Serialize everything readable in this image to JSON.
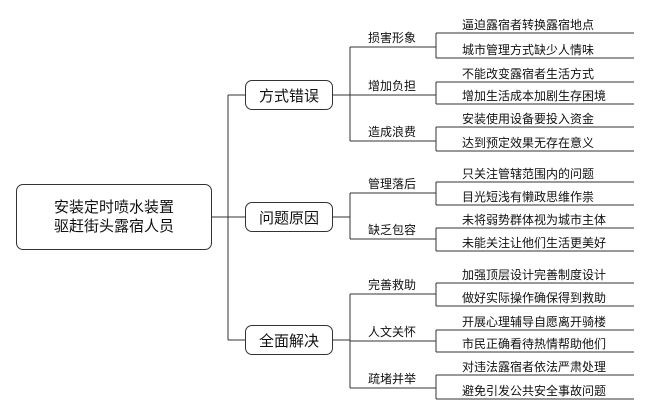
{
  "root": {
    "line1": "安装定时喷水装置",
    "line2": "驱赶街头露宿人员"
  },
  "branches": [
    {
      "label": "方式错误",
      "subs": [
        {
          "label": "损害形象",
          "leaves": [
            "逼迫露宿者转换露宿地点",
            "城市管理方式缺少人情味"
          ]
        },
        {
          "label": "增加负担",
          "leaves": [
            "不能改变露宿者生活方式",
            "增加生活成本加剧生存困境"
          ]
        },
        {
          "label": "造成浪费",
          "leaves": [
            "安装使用设备要投入资金",
            "达到预定效果无存在意义"
          ]
        }
      ]
    },
    {
      "label": "问题原因",
      "subs": [
        {
          "label": "管理落后",
          "leaves": [
            "只关注管辖范围内的问题",
            "目光短浅有懒政思维作祟"
          ]
        },
        {
          "label": "缺乏包容",
          "leaves": [
            "未将弱势群体视为城市主体",
            "未能关注让他们生活更美好"
          ]
        }
      ]
    },
    {
      "label": "全面解决",
      "subs": [
        {
          "label": "完善救助",
          "leaves": [
            "加强顶层设计完善制度设计",
            "做好实际操作确保得到救助"
          ]
        },
        {
          "label": "人文关怀",
          "leaves": [
            "开展心理辅导自愿离开骑楼",
            "市民正确看待热情帮助他们"
          ]
        },
        {
          "label": "疏堵并举",
          "leaves": [
            "对违法露宿者依法严肃处理",
            "避免引发公共安全事故问题"
          ]
        }
      ]
    }
  ]
}
